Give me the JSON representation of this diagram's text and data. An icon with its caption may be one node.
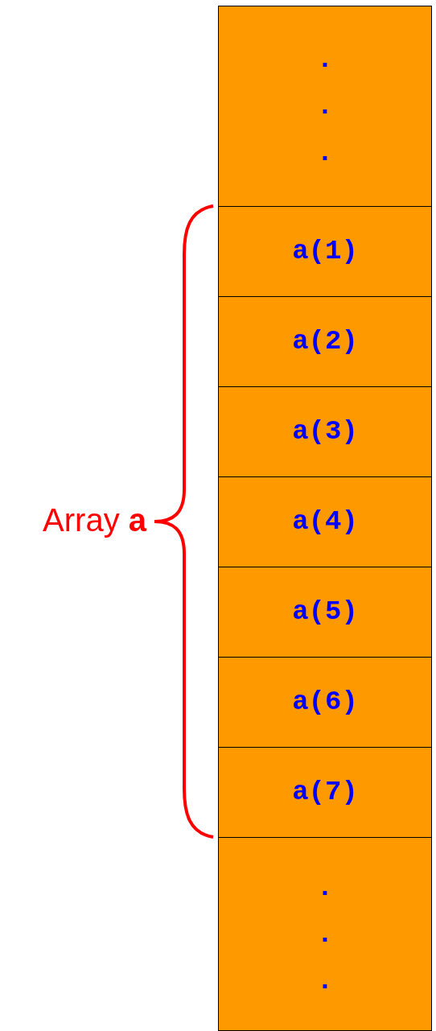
{
  "diagram": {
    "nodes": [
      {
        "text": [
          ". . ."
        ]
      },
      {
        "text": [
          "a(1)"
        ]
      },
      {
        "text": [
          "a(2)"
        ]
      },
      {
        "text": [
          "a(3)"
        ]
      },
      {
        "text": [
          "a(4)"
        ]
      },
      {
        "text": [
          "a(5)"
        ]
      },
      {
        "text": [
          "a(6)"
        ]
      },
      {
        "text": [
          "a(7)"
        ]
      },
      {
        "text": [
          ". . ."
        ]
      }
    ],
    "labels": [
      "Array **a**"
    ]
  }
}
